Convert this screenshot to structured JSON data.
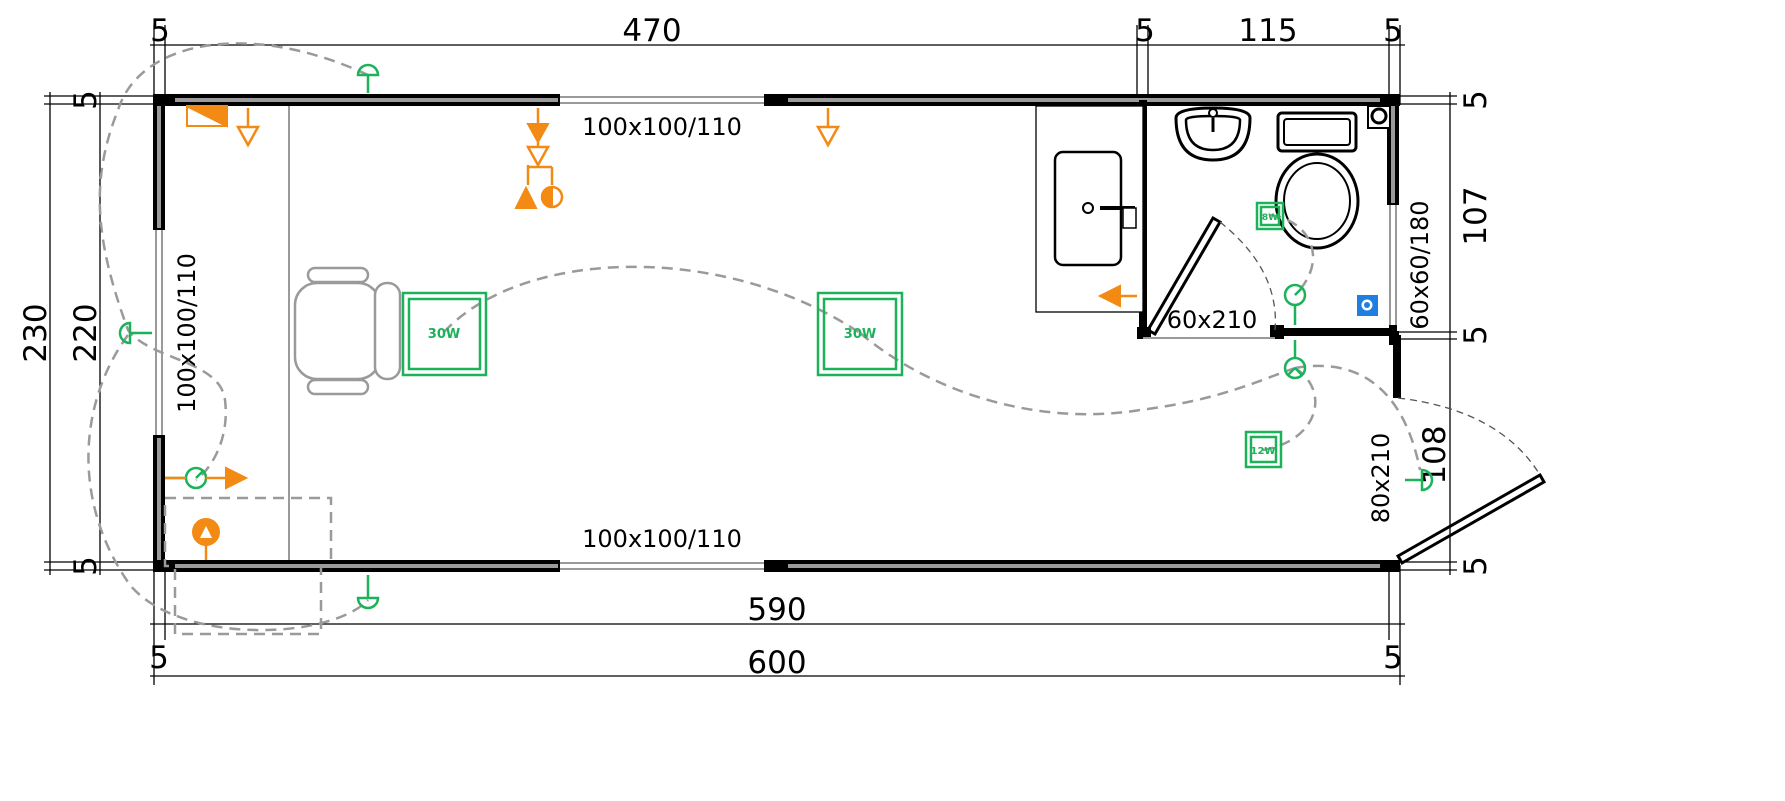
{
  "dimensions": {
    "top_left_margin": "5",
    "top_room_length": "470",
    "top_mid_margin": "5",
    "top_bath_length": "115",
    "top_right_margin": "5",
    "bottom_inner_length": "590",
    "bottom_total_length": "600",
    "bottom_left_margin_inner": "5",
    "bottom_right_margin_inner": "5",
    "left_total_height": "230",
    "left_inner_height": "220",
    "left_top_margin": "5",
    "left_bottom_margin": "5",
    "right_top_margin": "5",
    "right_upper_height": "107",
    "right_mid_margin": "5",
    "right_lower_height": "108",
    "right_bottom_margin": "5"
  },
  "openings": {
    "window_top": "100x100/110",
    "window_bottom": "100x100/110",
    "window_left": "100x100/110",
    "window_bath": "60x60/180",
    "door_bath": "60x210",
    "door_entry": "80x210"
  },
  "lights": {
    "ceiling_light_1": "30W",
    "ceiling_light_2": "30W",
    "bath_light": "8W",
    "hall_light": "12W"
  },
  "colors": {
    "walls": "#000000",
    "electrical_lighting": "#1bb25a",
    "electrical_power": "#f28a14",
    "water": "#1e7fe0",
    "furniture": "#9a9a9a"
  }
}
